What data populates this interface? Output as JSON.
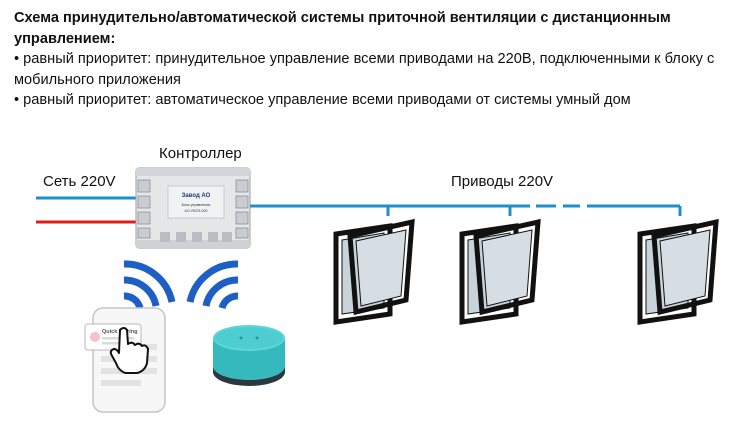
{
  "header": {
    "title": "Схема принудительно/автоматической системы приточной вентиляции с дистанционным управлением:",
    "bullets": [
      "• равный приоритет: принудительное управление всеми приводами на 220В, подключенными к блоку с мобильного приложения",
      "• равный приоритет: автоматическое управление всеми приводами от системы умный дом"
    ]
  },
  "labels": {
    "network": "Сеть 220V",
    "controller": "Контроллер",
    "actuators": "Приводы 220V"
  },
  "controller_box": {
    "brand": "Завод АО",
    "model_line1": "Блок управления",
    "model_line2": "АО-УБПЗ-002"
  },
  "phone": {
    "popup_title": "Quick Pairing"
  },
  "windows_count": 3,
  "colors": {
    "wire_blue": "#1f8fc8",
    "wire_red": "#e01b1b",
    "wifi_blue": "#1d5fc4",
    "speaker_teal": "#3cc6c8",
    "window_frame": "#111111",
    "glass": "#c8d3da"
  },
  "icons": [
    "wifi-icon",
    "hand-pointer-icon",
    "smart-speaker-icon",
    "window-icon"
  ]
}
